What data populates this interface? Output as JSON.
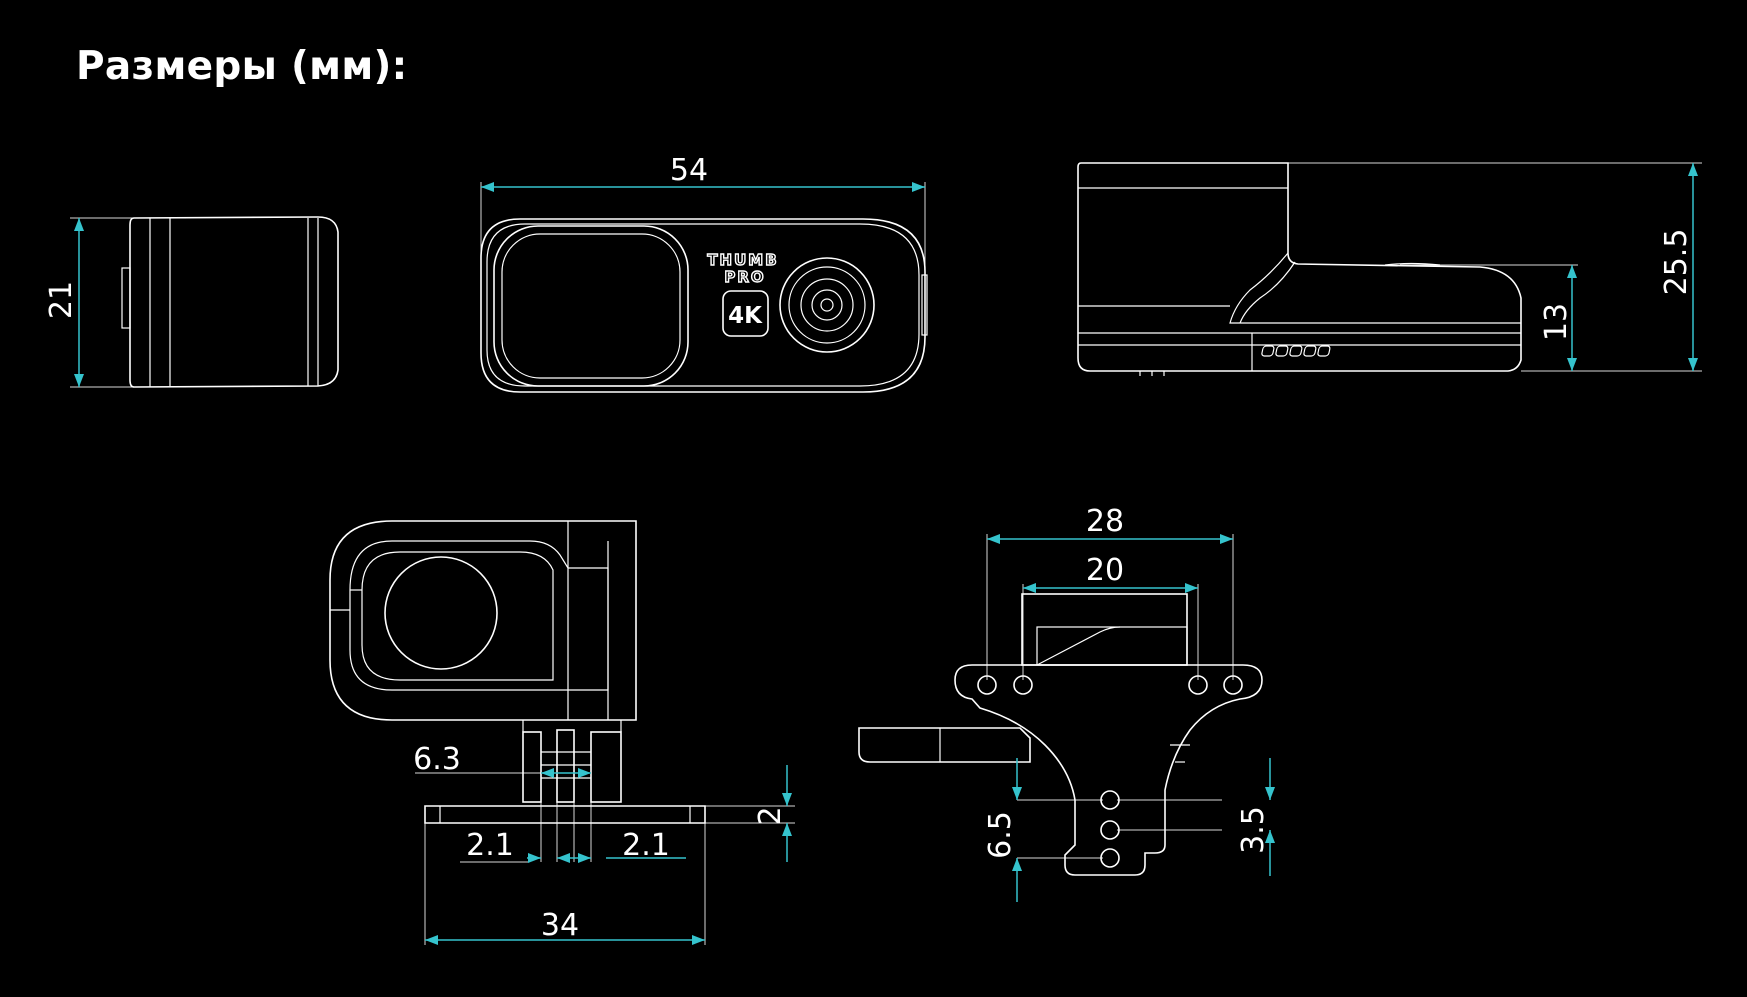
{
  "title": "Размеры (мм):",
  "colors": {
    "background": "#000000",
    "outline": "#ffffff",
    "dimension": "#35c3cd"
  },
  "labels": {
    "product_line1": "THUMB",
    "product_line2": "PRO",
    "badge": "4K"
  },
  "dimensions": {
    "height_side": "21",
    "length": "54",
    "total_height": "25.5",
    "body_height": "13",
    "mount_outer": "28",
    "mount_inner": "20",
    "hinge_width": "6.3",
    "gap_left": "2.1",
    "gap_right": "2.1",
    "plate_thickness": "2",
    "base_width": "34",
    "hole_span": "6.5",
    "hole_pitch": "3.5"
  }
}
